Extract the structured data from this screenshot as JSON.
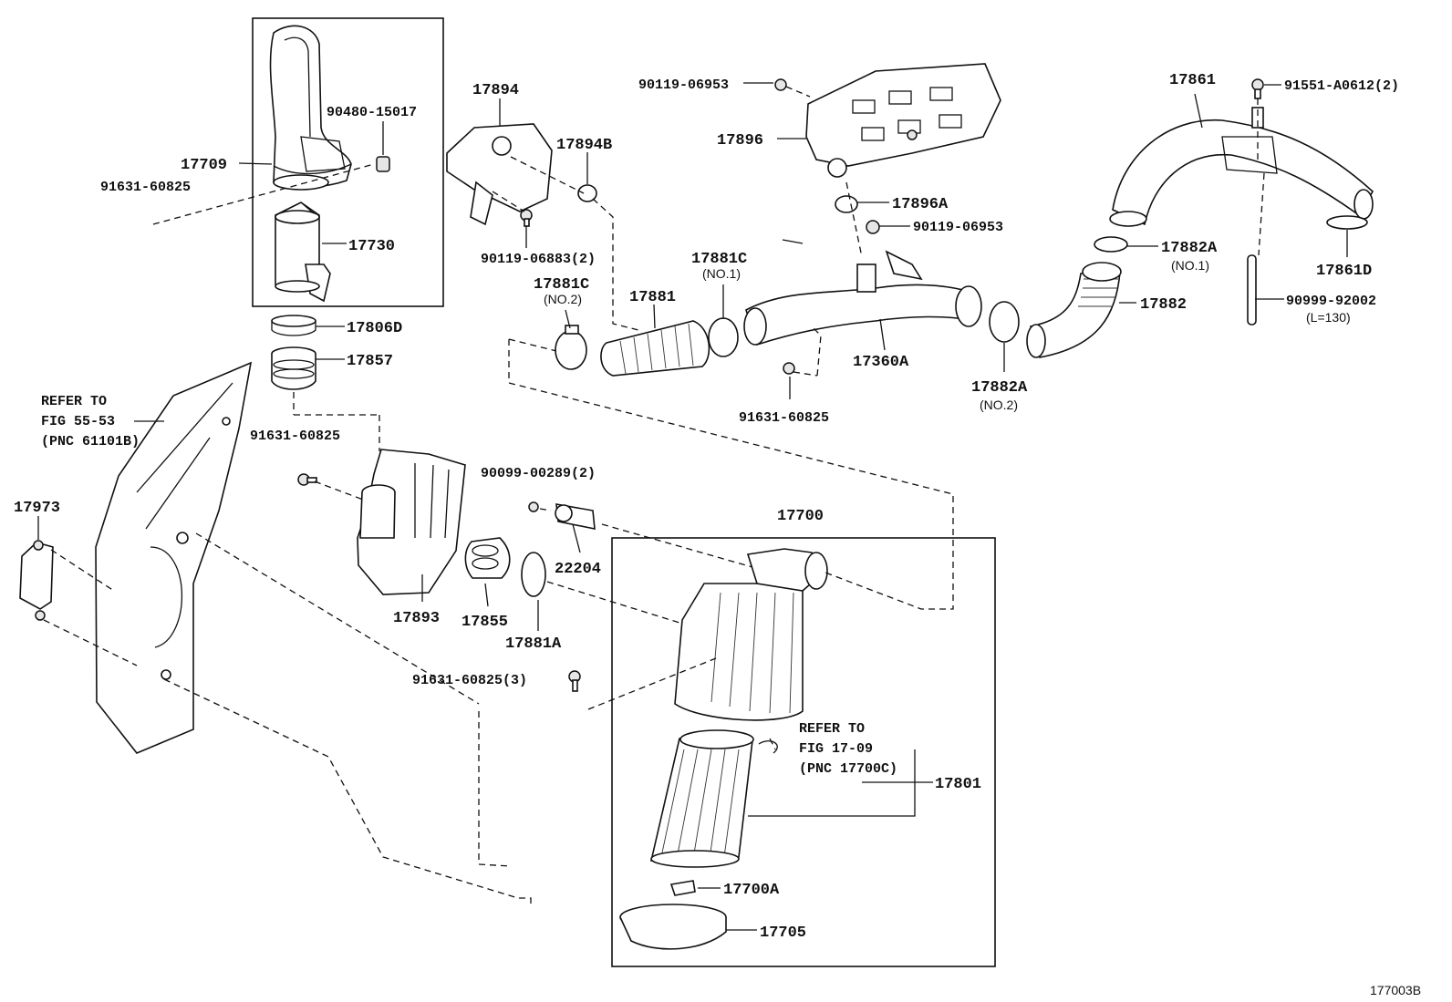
{
  "diagram_code": "177003B",
  "parts": {
    "p17709": "17709",
    "p90480_15017": "90480-15017",
    "p91631_60825_a": "91631-60825",
    "p17730": "17730",
    "p17806D": "17806D",
    "p17857": "17857",
    "p17894": "17894",
    "p17894B": "17894B",
    "p90119_06883": "90119-06883(2)",
    "p17881C_no2": "17881C",
    "p17881C_no2_note": "(NO.2)",
    "p17881": "17881",
    "p17881C_no1": "17881C",
    "p17881C_no1_note": "(NO.1)",
    "p90119_06953_a": "90119-06953",
    "p17896": "17896",
    "p17896A": "17896A",
    "p90119_06953_b": "90119-06953",
    "p17360A": "17360A",
    "p91631_60825_b": "91631-60825",
    "p17882A_no2": "17882A",
    "p17882A_no2_note": "(NO.2)",
    "p17882": "17882",
    "p17882A_no1": "17882A",
    "p17882A_no1_note": "(NO.1)",
    "p17861": "17861",
    "p91551_A0612": "91551-A0612(2)",
    "p17861D": "17861D",
    "p90999_92002": "90999-92002",
    "p90999_92002_note": "(L=130)",
    "p91631_60825_c": "91631-60825",
    "p90099_00289": "90099-00289(2)",
    "p17700": "17700",
    "p22204": "22204",
    "p17893": "17893",
    "p17855": "17855",
    "p17881A": "17881A",
    "p91631_60825_3": "91631-60825(3)",
    "p17973": "17973",
    "p17801": "17801",
    "p17700A": "17700A",
    "p17705": "17705"
  },
  "refs": {
    "fig5553": [
      "REFER TO",
      "FIG 55-53",
      "(PNC 61101B)"
    ],
    "fig1709": [
      "REFER TO",
      "FIG 17-09",
      "(PNC 17700C)"
    ]
  }
}
